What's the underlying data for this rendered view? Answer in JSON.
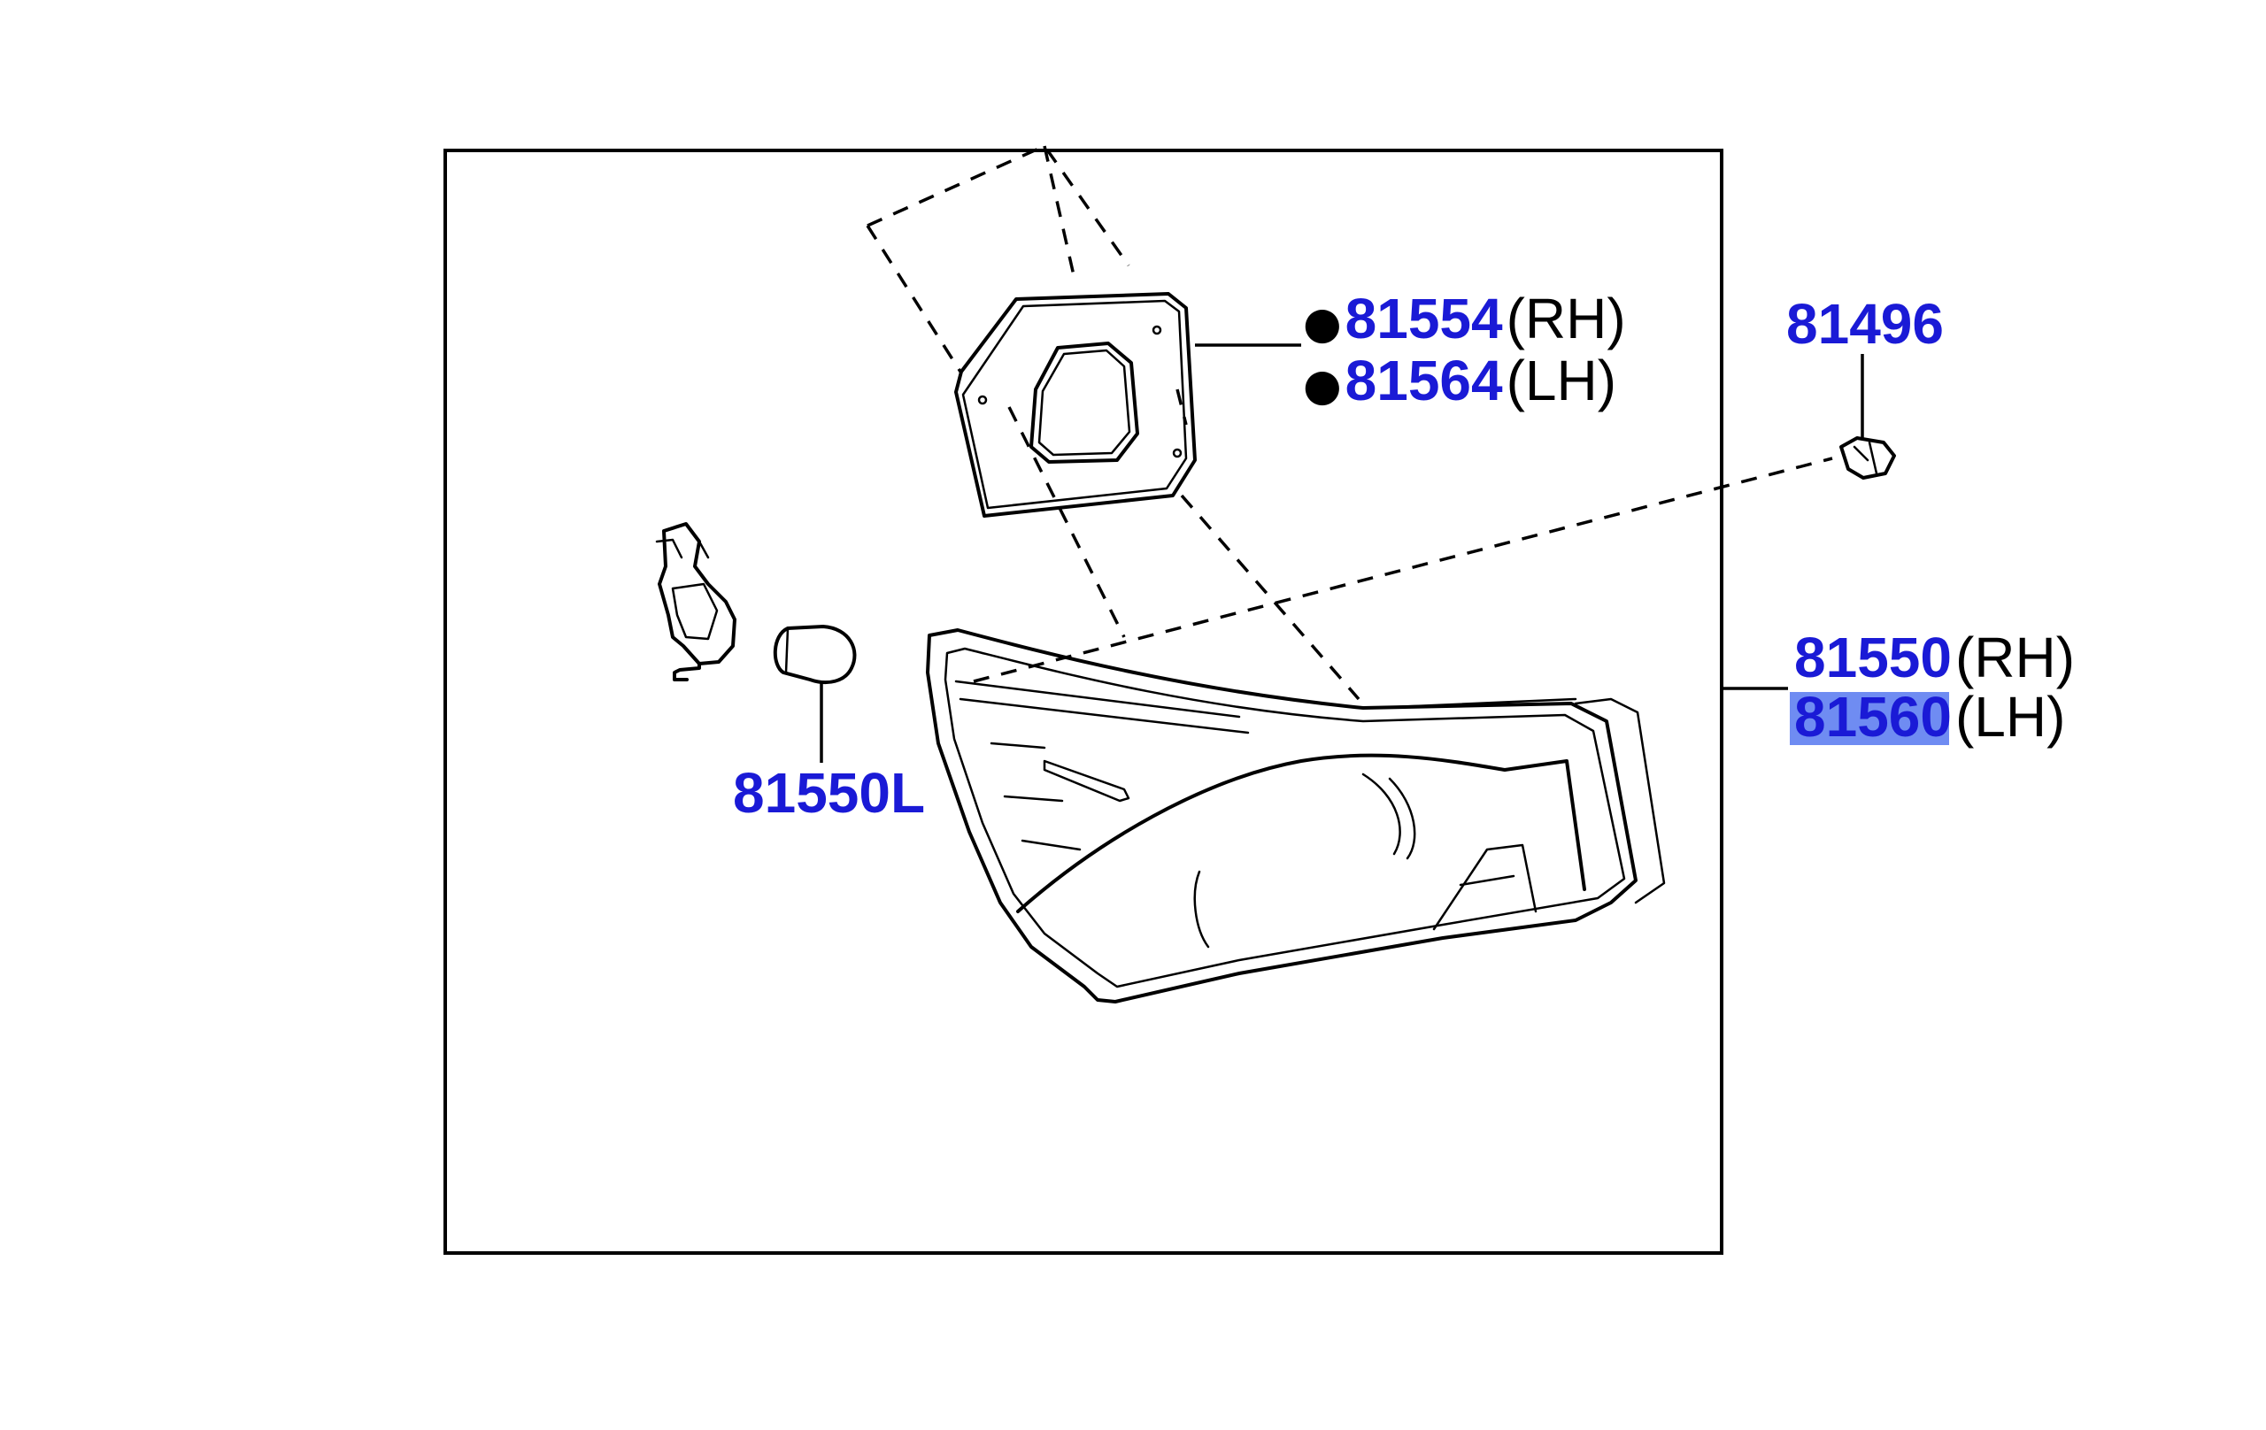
{
  "colors": {
    "link": "#1a1ad6",
    "highlight_bg": "#6f8cf2",
    "line": "#000000",
    "background": "#ffffff"
  },
  "parts": {
    "gasket_rh": {
      "number": "81554",
      "side": "(RH)",
      "bullet": "●"
    },
    "gasket_lh": {
      "number": "81564",
      "side": "(LH)",
      "bullet": "●"
    },
    "clip": {
      "number": "81496"
    },
    "lamp_rh": {
      "number": "81550",
      "side": "(RH)"
    },
    "lamp_lh": {
      "number": "81560",
      "side": "(LH)",
      "highlighted": true
    },
    "bulb_socket": {
      "number": "81550L"
    }
  }
}
